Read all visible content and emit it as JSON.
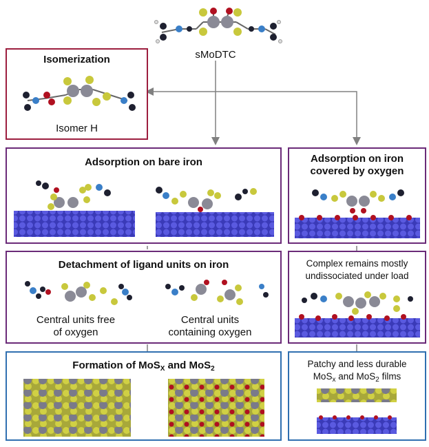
{
  "top": {
    "label": "sMoDTC"
  },
  "isomerization": {
    "title": "Isomerization",
    "isomer_label": "Isomer H"
  },
  "bare_iron": {
    "title": "Adsorption on bare iron"
  },
  "oxygen_iron": {
    "title_line1": "Adsorption on iron",
    "title_line2": "covered by oxygen"
  },
  "detachment": {
    "title": "Detachment of ligand units on iron",
    "left_line1": "Central units free",
    "left_line2": "of oxygen",
    "right_line1": "Central units",
    "right_line2": "containing oxygen"
  },
  "complex": {
    "line1": "Complex remains mostly",
    "line2": "undissociated under load"
  },
  "formation": {
    "title_pre": "Formation of MoS",
    "sub_x": "X",
    "title_mid": " and MoS",
    "sub_2": "2"
  },
  "patchy": {
    "line1": "Patchy and less durable",
    "line2_a": "MoS",
    "sub_x": "x",
    "line2_b": " and MoS",
    "sub_2": "2",
    "line2_c": " films"
  },
  "colors": {
    "mo": "#8a8a96",
    "s": "#c8c83c",
    "o": "#b01020",
    "n": "#3a7fc8",
    "c": "#1e2030",
    "fe": "#4a4ad2",
    "purple_border": "#6a2a78",
    "red_border": "#9c1d3e",
    "blue_border": "#2f6fb0",
    "arrow": "#808080"
  }
}
